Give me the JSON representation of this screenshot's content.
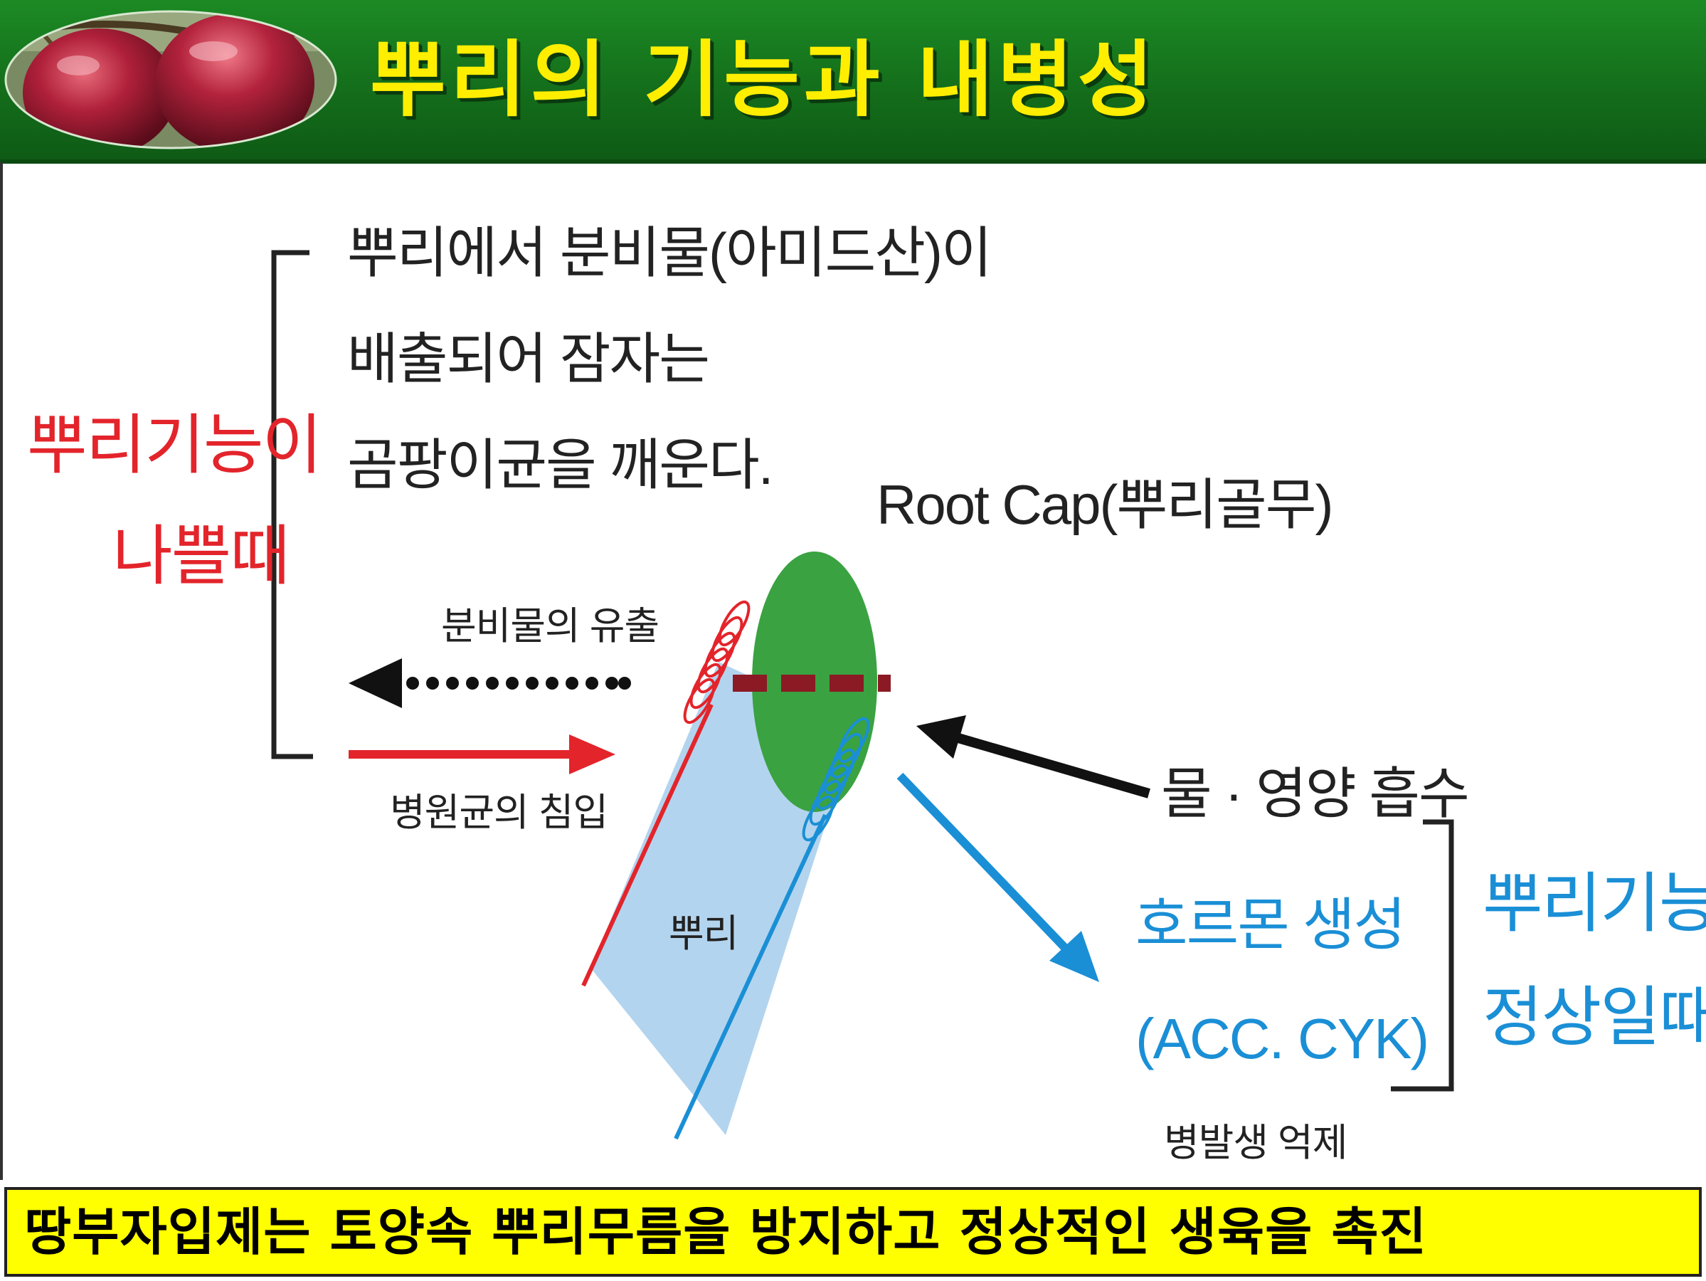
{
  "header": {
    "title": "뿌리의 기능과 내병성"
  },
  "left_panel": {
    "label_line1": "뿌리기능이",
    "label_line2": "나쁠때",
    "desc_line1": "뿌리에서 분비물(아미드산)이",
    "desc_line2": "배출되어 잠자는",
    "desc_line3": "곰팡이균을 깨운다.",
    "secretion_label": "분비물의 유출",
    "invasion_label": "병원균의 침입"
  },
  "center": {
    "root_cap_label": "Root Cap(뿌리골무)",
    "root_label": "뿌리"
  },
  "right_panel": {
    "absorption_label": "물 · 영양 흡수",
    "hormone_line1": "호르몬 생성",
    "hormone_line2": "(ACC. CYK)",
    "suppression_label": "병발생 억제",
    "label_line1": "뿌리기능이",
    "label_line2": "정상일때"
  },
  "footer": {
    "text": "땅부자입제는 토양속 뿌리무름을 방지하고 정상적인 생육을 촉진"
  },
  "colors": {
    "header_green": "#146e1b",
    "title_yellow": "#ffee00",
    "bad_red": "#e3242b",
    "good_blue": "#1a8fd6",
    "root_cap_green": "#3aa241",
    "root_fill": "#b3d4ee",
    "dash_maroon": "#8b1a24",
    "footer_yellow": "#ffff00"
  }
}
